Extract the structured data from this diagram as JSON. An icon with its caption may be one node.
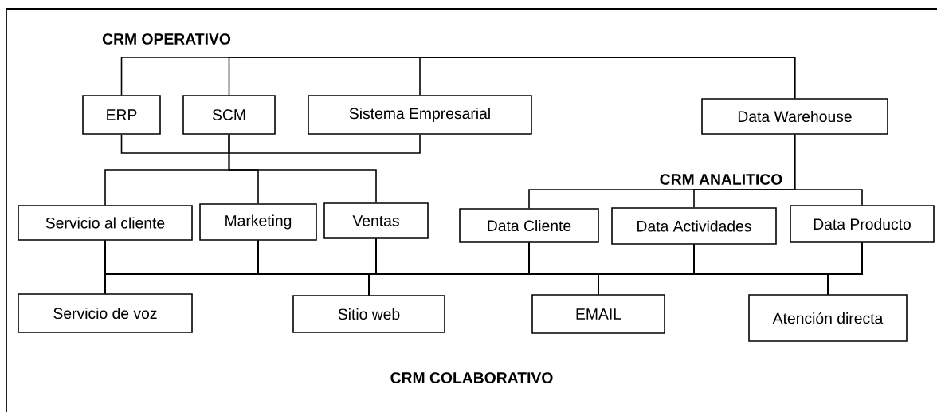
{
  "diagram": {
    "nodes": [
      {
        "text": [
          "ERP"
        ]
      },
      {
        "text": [
          "SCM"
        ]
      },
      {
        "text": [
          "Sistema Empresarial"
        ]
      },
      {
        "text": [
          "Data Warehouse"
        ]
      },
      {
        "text": [
          "Servicio al cliente"
        ]
      },
      {
        "text": [
          "Marketing"
        ]
      },
      {
        "text": [
          "Ventas"
        ]
      },
      {
        "text": [
          "Data Cliente"
        ]
      },
      {
        "text": [
          "Data Actividades"
        ]
      },
      {
        "text": [
          "Data Producto"
        ]
      },
      {
        "text": [
          "Servicio de voz"
        ]
      },
      {
        "text": [
          "Sitio web"
        ]
      },
      {
        "text": [
          "EMAIL"
        ]
      },
      {
        "text": [
          "Atención directa"
        ]
      }
    ],
    "edges": [
      {
        "from": 3,
        "to": 0,
        "arrow": "none"
      },
      {
        "from": 3,
        "to": 1,
        "arrow": "none"
      },
      {
        "from": 3,
        "to": 2,
        "arrow": "none"
      },
      {
        "from": 0,
        "to": 1,
        "arrow": "none"
      },
      {
        "from": 2,
        "to": 1,
        "arrow": "none"
      },
      {
        "from": 1,
        "to": 4,
        "arrow": "none"
      },
      {
        "from": 1,
        "to": 5,
        "arrow": "none"
      },
      {
        "from": 1,
        "to": 6,
        "arrow": "none"
      },
      {
        "from": 3,
        "to": 7,
        "arrow": "none"
      },
      {
        "from": 3,
        "to": 8,
        "arrow": "none"
      },
      {
        "from": 3,
        "to": 9,
        "arrow": "none"
      },
      {
        "from": 4,
        "to": 10,
        "arrow": "none"
      },
      {
        "from": 4,
        "to": 11,
        "arrow": "none"
      },
      {
        "from": 4,
        "to": 12,
        "arrow": "none"
      },
      {
        "from": 4,
        "to": 13,
        "arrow": "none"
      },
      {
        "from": 5,
        "to": 10,
        "arrow": "none"
      },
      {
        "from": 5,
        "to": 11,
        "arrow": "none"
      },
      {
        "from": 5,
        "to": 12,
        "arrow": "none"
      },
      {
        "from": 5,
        "to": 13,
        "arrow": "none"
      },
      {
        "from": 6,
        "to": 10,
        "arrow": "none"
      },
      {
        "from": 6,
        "to": 11,
        "arrow": "none"
      },
      {
        "from": 6,
        "to": 12,
        "arrow": "none"
      },
      {
        "from": 6,
        "to": 13,
        "arrow": "none"
      },
      {
        "from": 7,
        "to": 10,
        "arrow": "none"
      },
      {
        "from": 7,
        "to": 11,
        "arrow": "none"
      },
      {
        "from": 7,
        "to": 12,
        "arrow": "none"
      },
      {
        "from": 7,
        "to": 13,
        "arrow": "none"
      },
      {
        "from": 8,
        "to": 10,
        "arrow": "none"
      },
      {
        "from": 8,
        "to": 11,
        "arrow": "none"
      },
      {
        "from": 8,
        "to": 12,
        "arrow": "none"
      },
      {
        "from": 8,
        "to": 13,
        "arrow": "none"
      },
      {
        "from": 9,
        "to": 10,
        "arrow": "none"
      },
      {
        "from": 9,
        "to": 11,
        "arrow": "none"
      },
      {
        "from": 9,
        "to": 12,
        "arrow": "none"
      },
      {
        "from": 9,
        "to": 13,
        "arrow": "none"
      }
    ],
    "labels": [
      "CRM OPERATIVO",
      "CRM ANALITICO",
      "CRM COLABORATIVO"
    ]
  }
}
